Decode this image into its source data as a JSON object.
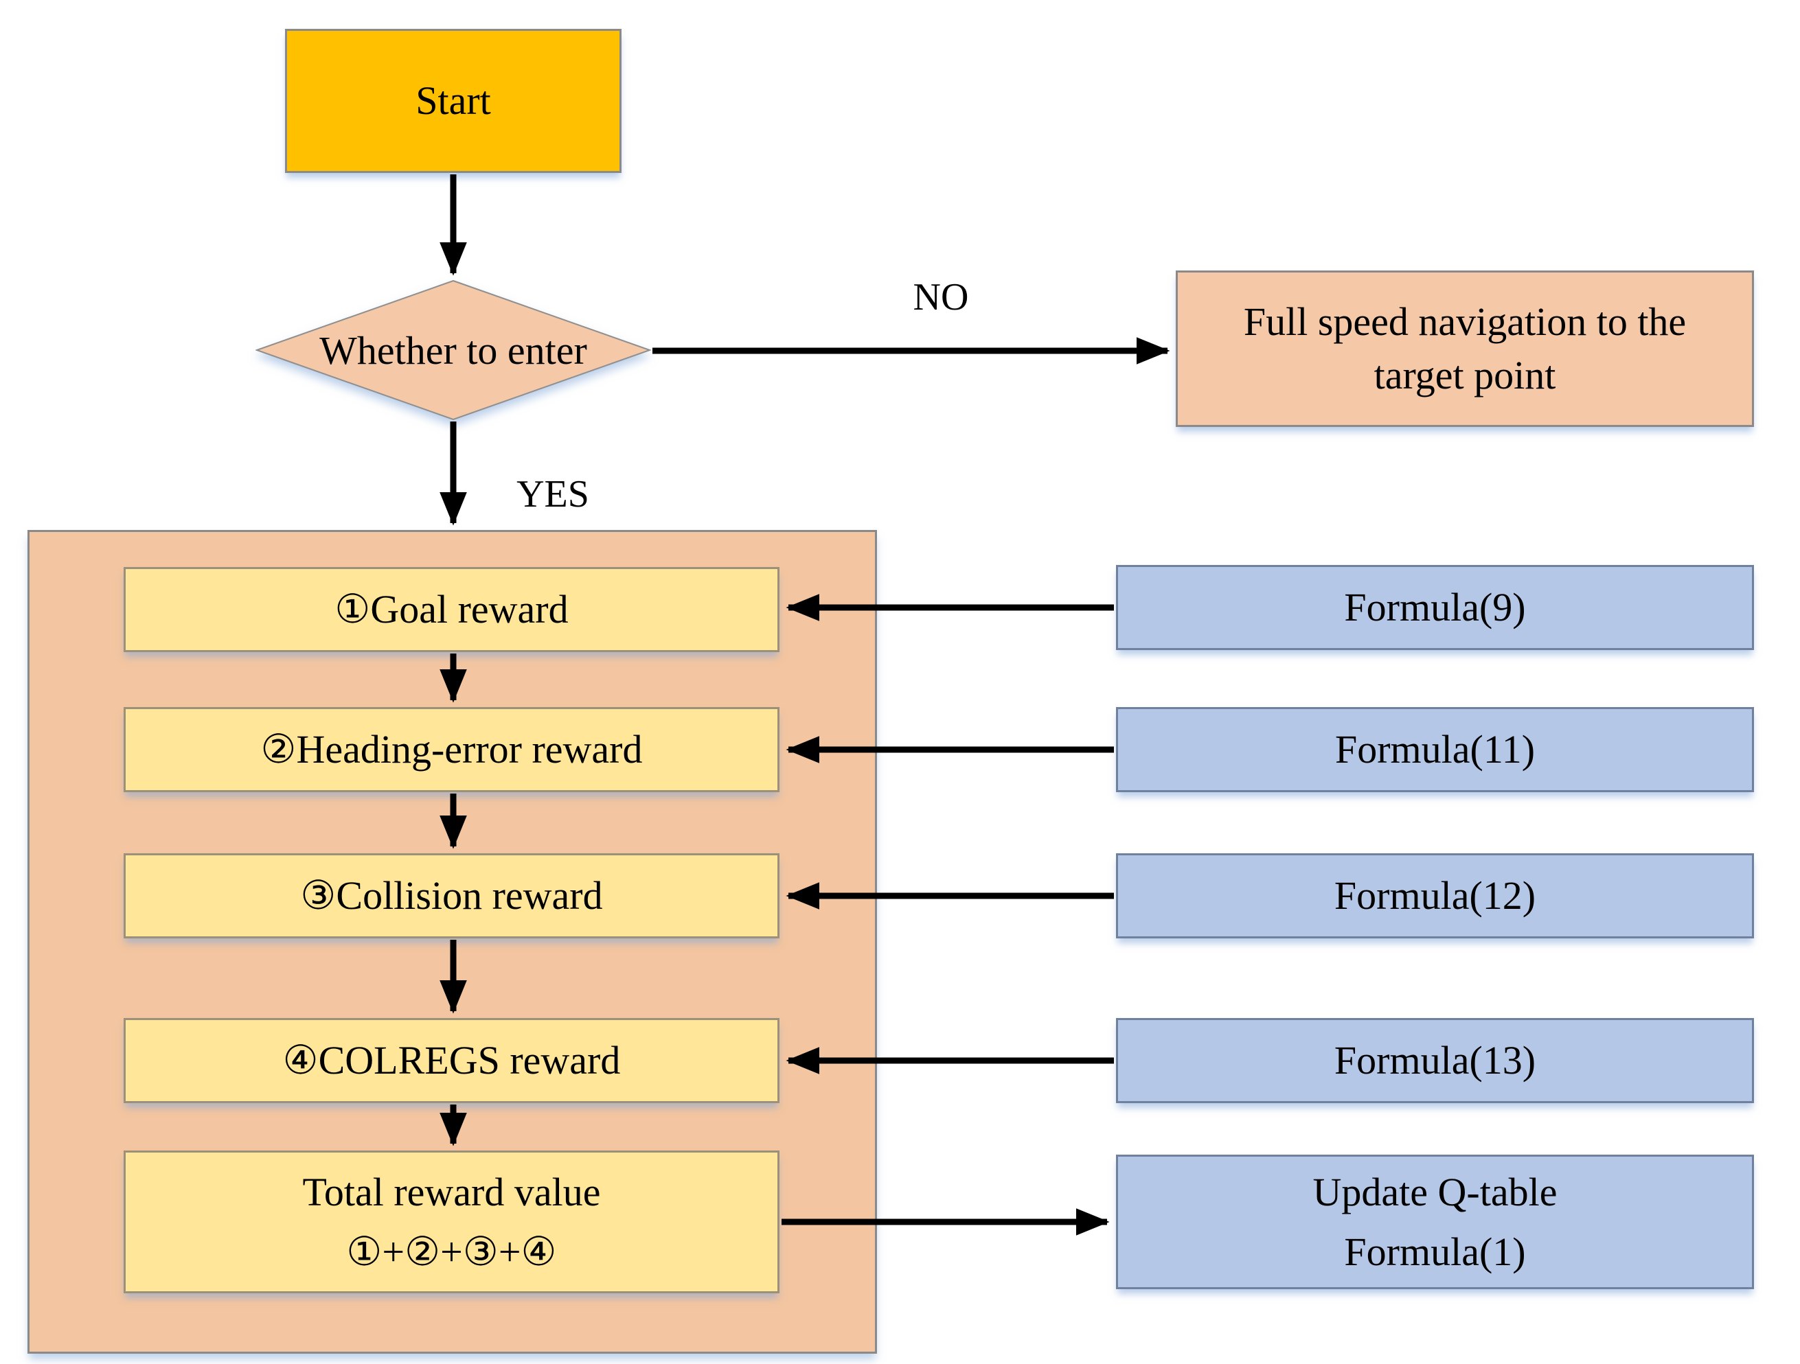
{
  "main_flow": {
    "start": {
      "label": "Start"
    },
    "decision": {
      "label": "Whether to enter",
      "yes_label": "YES",
      "no_label": "NO"
    },
    "no_branch": {
      "label": "Full speed navigation to the target point"
    },
    "reward_steps": [
      {
        "label": "①Goal reward",
        "formula": "Formula(9)"
      },
      {
        "label": "②Heading-error reward",
        "formula": "Formula(11)"
      },
      {
        "label": "③Collision reward",
        "formula": "Formula(12)"
      },
      {
        "label": "④COLREGS reward",
        "formula": "Formula(13)"
      },
      {
        "label_line1": "Total reward value",
        "label_line2": "①+②+③+④",
        "formula_line1": "Update Q-table",
        "formula_line2": "Formula(1)"
      }
    ]
  },
  "colors": {
    "start_fill": "#FFC000",
    "peach_fill": "#F5C9A7",
    "container_fill": "#F3C5A0",
    "yellow_fill": "#FFE699",
    "blue_fill": "#B4C7E7",
    "arrow": "#000000"
  }
}
